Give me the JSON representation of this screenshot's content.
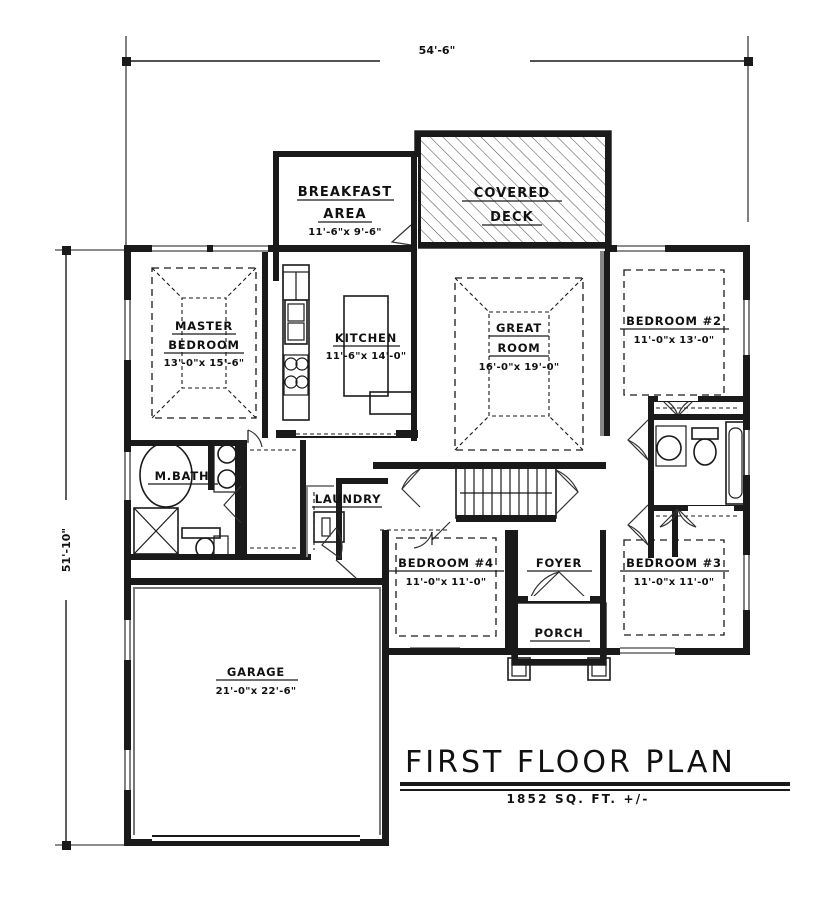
{
  "sheet": {
    "title": "FIRST FLOOR   PLAN",
    "subtitle": "1852 SQ. FT. +/-",
    "drawing_type": "architectural-floor-plan"
  },
  "dimensions": {
    "overall_width": "54'-6\"",
    "overall_height": "51'-10\""
  },
  "rooms": [
    {
      "id": "breakfast-area",
      "name_line1": "BREAKFAST",
      "name_line2": "AREA",
      "size": "11'-6\"x 9'-6\""
    },
    {
      "id": "covered-deck",
      "name_line1": "COVERED",
      "name_line2": "DECK",
      "size": ""
    },
    {
      "id": "master-bedroom",
      "name_line1": "MASTER",
      "name_line2": "BEDROOM",
      "size": "13'-0\"x 15'-6\""
    },
    {
      "id": "kitchen",
      "name_line1": "KITCHEN",
      "name_line2": "",
      "size": "11'-6\"x 14'-0\""
    },
    {
      "id": "great-room",
      "name_line1": "GREAT",
      "name_line2": "ROOM",
      "size": "16'-0\"x 19'-0\""
    },
    {
      "id": "bedroom-2",
      "name_line1": "BEDROOM #2",
      "name_line2": "",
      "size": "11'-0\"x 13'-0\""
    },
    {
      "id": "master-bath",
      "name_line1": "M.BATH",
      "name_line2": "",
      "size": ""
    },
    {
      "id": "laundry",
      "name_line1": "LAUNDRY",
      "name_line2": "",
      "size": ""
    },
    {
      "id": "bedroom-4",
      "name_line1": "BEDROOM #4",
      "name_line2": "",
      "size": "11'-0\"x 11'-0\""
    },
    {
      "id": "foyer",
      "name_line1": "FOYER",
      "name_line2": "",
      "size": ""
    },
    {
      "id": "bedroom-3",
      "name_line1": "BEDROOM #3",
      "name_line2": "",
      "size": "11'-0\"x 11'-0\""
    },
    {
      "id": "porch",
      "name_line1": "PORCH",
      "name_line2": "",
      "size": ""
    },
    {
      "id": "garage",
      "name_line1": "GARAGE",
      "name_line2": "",
      "size": "21'-0\"x 22'-6\""
    }
  ],
  "colors": {
    "ink": "#1a1a1a",
    "paper": "#ffffff",
    "hatch": "#555555"
  }
}
